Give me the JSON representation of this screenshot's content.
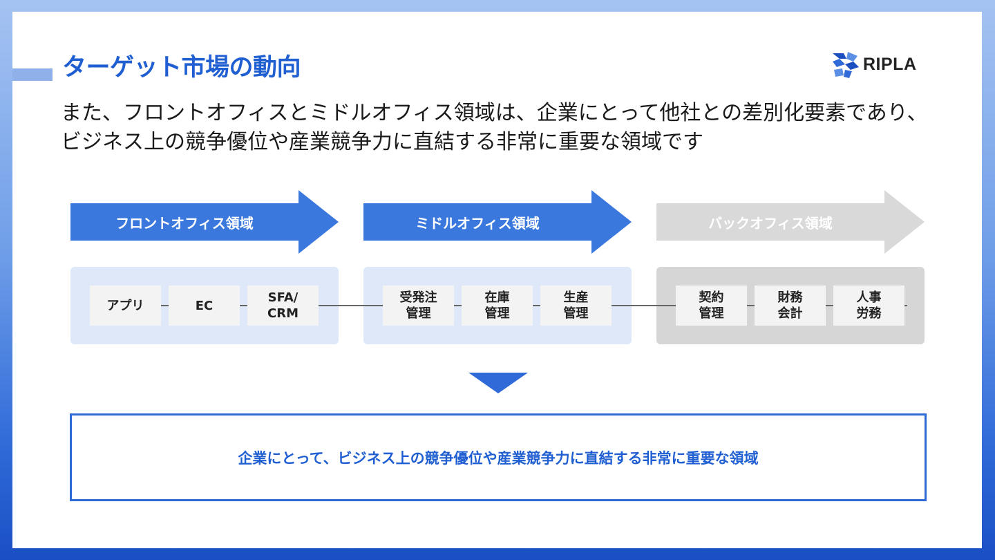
{
  "title": "ターゲット市場の動向",
  "logo": {
    "name": "RIPLA",
    "icon": "ripla-logo-icon"
  },
  "lead": [
    "また、フロントオフィスとミドルオフィス領域は、企業にとって他社との差別化要素であり、",
    "ビジネス上の競争優位や産業競争力に直結する非常に重要な領域です"
  ],
  "domains": [
    {
      "label": "フロントオフィス領域",
      "color": "#3a78dd",
      "items": [
        "アプリ",
        "EC",
        "SFA/\nCRM"
      ]
    },
    {
      "label": "ミドルオフィス領域",
      "color": "#3a78dd",
      "items": [
        "受発注\n管理",
        "在庫\n管理",
        "生産\n管理"
      ]
    },
    {
      "label": "バックオフィス領域",
      "color": "#d9d9d9",
      "items": [
        "契約\n管理",
        "財務\n会計",
        "人事\n労務"
      ]
    }
  ],
  "conclusion": "企業にとって、ビジネス上の競争優位や産業競争力に直結する非常に重要な領域",
  "colors": {
    "accent": "#1f5fd1",
    "border": "#2e6ad6"
  }
}
